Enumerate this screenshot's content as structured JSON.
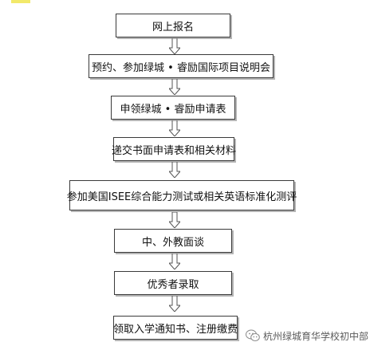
{
  "steps": [
    {
      "id": "register",
      "label": "网上报名"
    },
    {
      "id": "briefing",
      "label": "预约、参加绿城 • 睿励国际项目说明会"
    },
    {
      "id": "get-form",
      "label": "申领绿城 • 睿励申请表"
    },
    {
      "id": "submit",
      "label": "递交书面申请表和相关材料"
    },
    {
      "id": "test",
      "label": "参加美国ISEE综合能力测试或相关英语标准化测评"
    },
    {
      "id": "interview",
      "label": "中、外教面谈"
    },
    {
      "id": "admit",
      "label": "优秀者录取"
    },
    {
      "id": "enroll",
      "label": "领取入学通知书、注册缴费"
    }
  ],
  "watermark": {
    "text": "杭州绿城育华学校初中部",
    "icon": "wechat-icon"
  },
  "colors": {
    "border": "#3a3a3a",
    "arrow": "#555555",
    "shadow": "#b5b5b5"
  }
}
